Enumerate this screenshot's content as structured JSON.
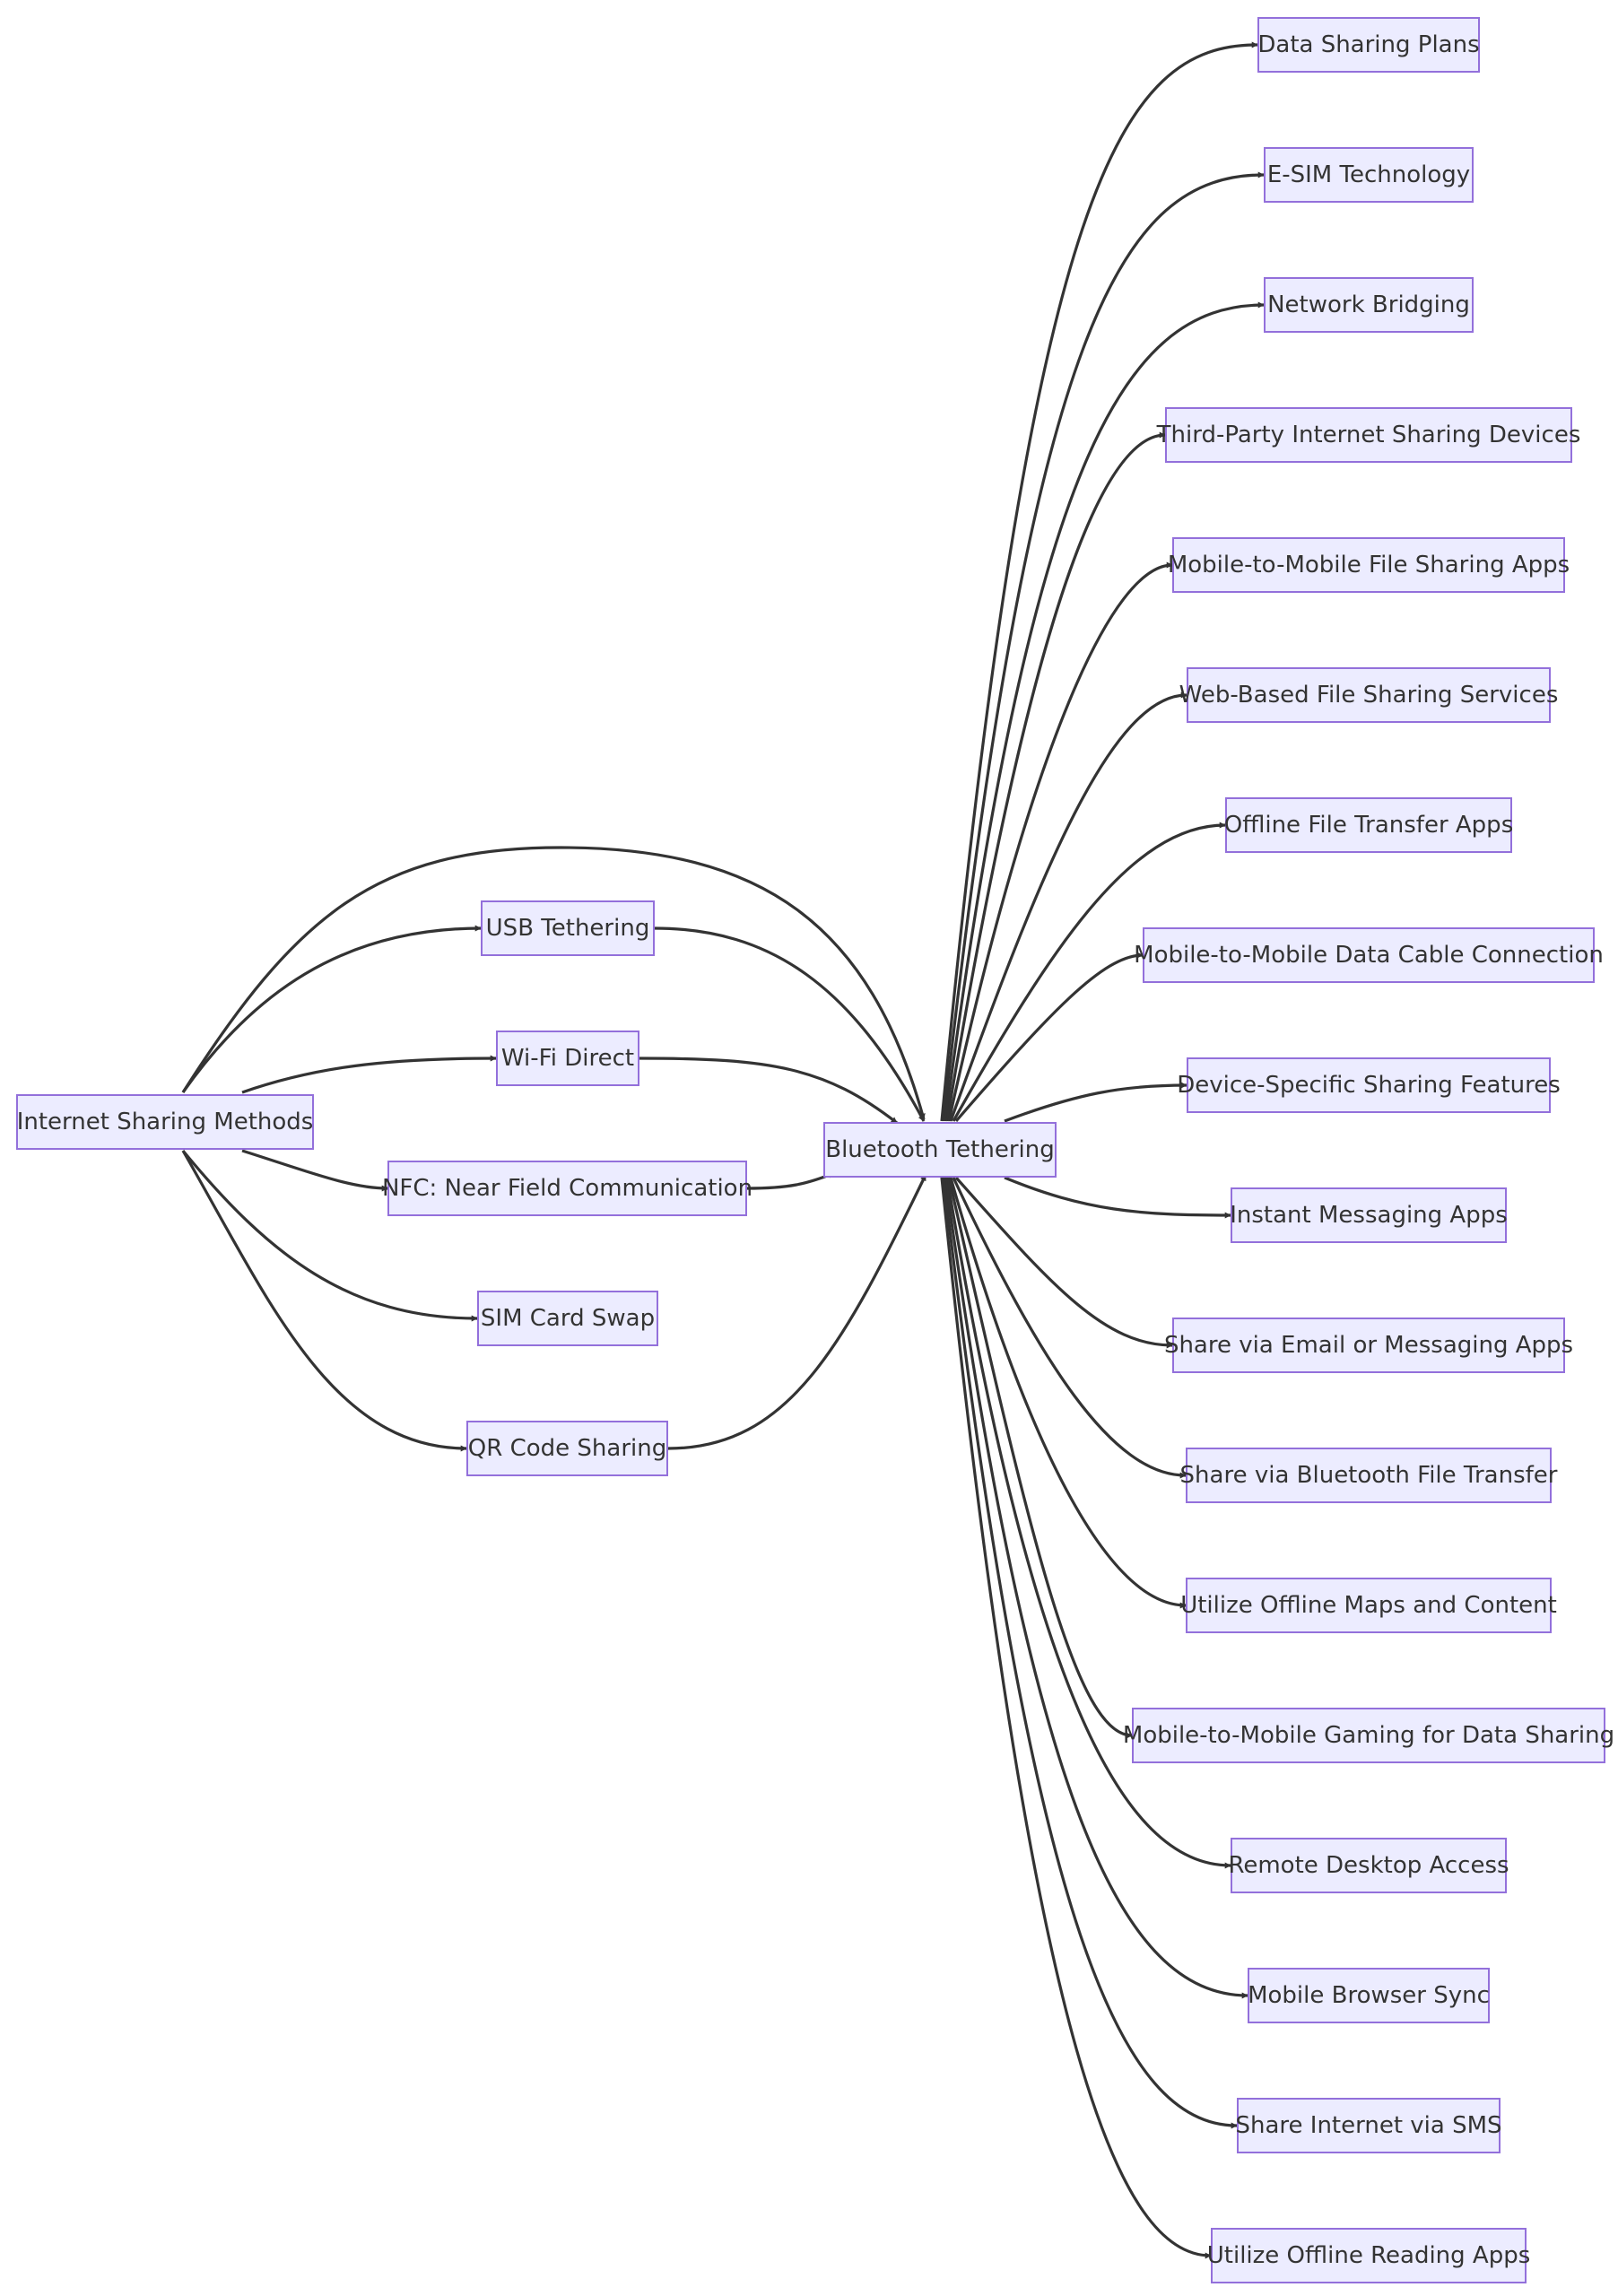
{
  "diagram": {
    "type": "flowchart",
    "colors": {
      "node_fill": "#ececff",
      "node_border": "#9370db",
      "edge": "#333333",
      "text": "#333333"
    },
    "nodes": [
      {
        "id": "root",
        "label": "Internet Sharing Methods"
      },
      {
        "id": "usb",
        "label": "USB Tethering"
      },
      {
        "id": "wifi",
        "label": "Wi-Fi Direct"
      },
      {
        "id": "nfc",
        "label": "NFC: Near Field Communication"
      },
      {
        "id": "sim",
        "label": "SIM Card Swap"
      },
      {
        "id": "qr",
        "label": "QR Code Sharing"
      },
      {
        "id": "bt",
        "label": "Bluetooth Tethering"
      },
      {
        "id": "r1",
        "label": "Data Sharing Plans"
      },
      {
        "id": "r2",
        "label": "E-SIM Technology"
      },
      {
        "id": "r3",
        "label": "Network Bridging"
      },
      {
        "id": "r4",
        "label": "Third-Party Internet Sharing Devices"
      },
      {
        "id": "r5",
        "label": "Mobile-to-Mobile File Sharing Apps"
      },
      {
        "id": "r6",
        "label": "Web-Based File Sharing Services"
      },
      {
        "id": "r7",
        "label": "Offline File Transfer Apps"
      },
      {
        "id": "r8",
        "label": "Mobile-to-Mobile Data Cable Connection"
      },
      {
        "id": "r9",
        "label": "Device-Specific Sharing Features"
      },
      {
        "id": "r10",
        "label": "Instant Messaging Apps"
      },
      {
        "id": "r11",
        "label": "Share via Email or Messaging Apps"
      },
      {
        "id": "r12",
        "label": "Share via Bluetooth File Transfer"
      },
      {
        "id": "r13",
        "label": "Utilize Offline Maps and Content"
      },
      {
        "id": "r14",
        "label": "Mobile-to-Mobile Gaming for Data Sharing"
      },
      {
        "id": "r15",
        "label": "Remote Desktop Access"
      },
      {
        "id": "r16",
        "label": "Mobile Browser Sync"
      },
      {
        "id": "r17",
        "label": "Share Internet via SMS"
      },
      {
        "id": "r18",
        "label": "Utilize Offline Reading Apps"
      }
    ],
    "edges": [
      [
        "root",
        "bt"
      ],
      [
        "root",
        "usb"
      ],
      [
        "root",
        "wifi"
      ],
      [
        "root",
        "nfc"
      ],
      [
        "root",
        "sim"
      ],
      [
        "root",
        "qr"
      ],
      [
        "usb",
        "bt"
      ],
      [
        "wifi",
        "bt"
      ],
      [
        "nfc",
        "bt"
      ],
      [
        "qr",
        "bt"
      ],
      [
        "bt",
        "r1"
      ],
      [
        "bt",
        "r2"
      ],
      [
        "bt",
        "r3"
      ],
      [
        "bt",
        "r4"
      ],
      [
        "bt",
        "r5"
      ],
      [
        "bt",
        "r6"
      ],
      [
        "bt",
        "r7"
      ],
      [
        "bt",
        "r8"
      ],
      [
        "bt",
        "r9"
      ],
      [
        "bt",
        "r10"
      ],
      [
        "bt",
        "r11"
      ],
      [
        "bt",
        "r12"
      ],
      [
        "bt",
        "r13"
      ],
      [
        "bt",
        "r14"
      ],
      [
        "bt",
        "r15"
      ],
      [
        "bt",
        "r16"
      ],
      [
        "bt",
        "r17"
      ],
      [
        "bt",
        "r18"
      ]
    ]
  }
}
